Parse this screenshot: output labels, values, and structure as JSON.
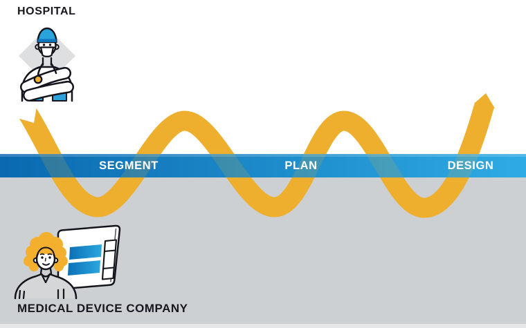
{
  "page": {
    "hospital_label": "HOSPITAL",
    "company_label": "MEDICAL DEVICE COMPANY",
    "phases": [
      {
        "label": "SEGMENT"
      },
      {
        "label": "PLAN"
      },
      {
        "label": "DESIGN"
      }
    ],
    "colors": {
      "ribbon_yellow": "#EFAF2E",
      "band_blue_left": "#0A69B0",
      "band_blue_right": "#2FABE3",
      "lower_zone_gray": "#CDD0D2",
      "diamond_gray": "#DDDFE1",
      "label_dark": "#17171F",
      "accent_blue_light": "#2AA3DC",
      "accent_blue_dark": "#0E76BC",
      "hair_yellow": "#F3B02F"
    }
  }
}
